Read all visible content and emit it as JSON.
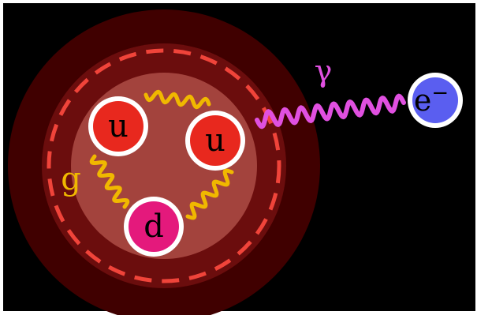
{
  "labels": {
    "gluon": "g",
    "photon": "γ",
    "electron": "e",
    "electron_charge": "−"
  },
  "quarks": [
    {
      "flavor": "u",
      "color": "#e8281e"
    },
    {
      "flavor": "u",
      "color": "#e8281e"
    },
    {
      "flavor": "d",
      "color": "#e4197c"
    }
  ],
  "colors": {
    "background": "#000000",
    "halo_outer": "#400000",
    "halo_mid": "#6b0d0d",
    "core": "#a3433d",
    "dashed_ring": "#f0443a",
    "gluon": "#f0b800",
    "photon": "#e050e0",
    "electron_fill": "#5a5ef0",
    "particle_outline": "#ffffff",
    "label_text": "#000000"
  }
}
